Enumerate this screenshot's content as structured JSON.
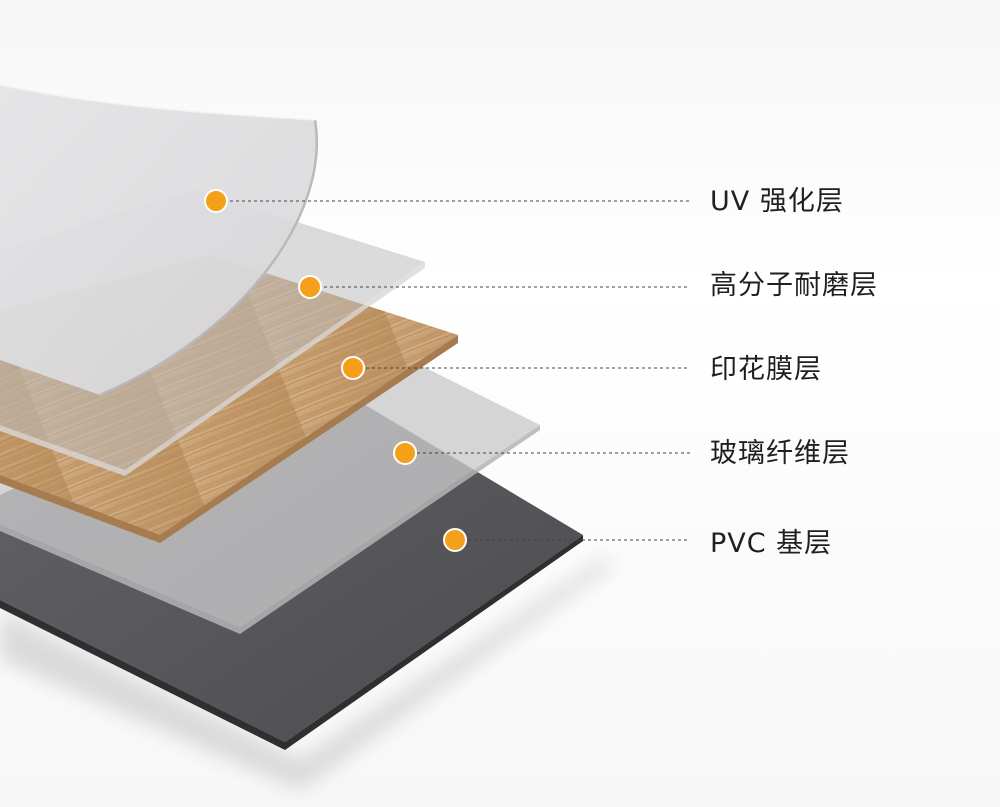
{
  "diagram": {
    "layers": [
      {
        "id": "uv",
        "label": "UV 强化层"
      },
      {
        "id": "wear",
        "label": "高分子耐磨层"
      },
      {
        "id": "print",
        "label": "印花膜层"
      },
      {
        "id": "glass",
        "label": "玻璃纤维层"
      },
      {
        "id": "pvc",
        "label": "PVC 基层"
      }
    ],
    "colors": {
      "marker": "#f5a01a",
      "pvc_base": "#5a595c",
      "wood": "#c9a67a",
      "film": "#c8c8ca",
      "leader_line": "#444444",
      "label_text": "#1f1f1f"
    }
  }
}
